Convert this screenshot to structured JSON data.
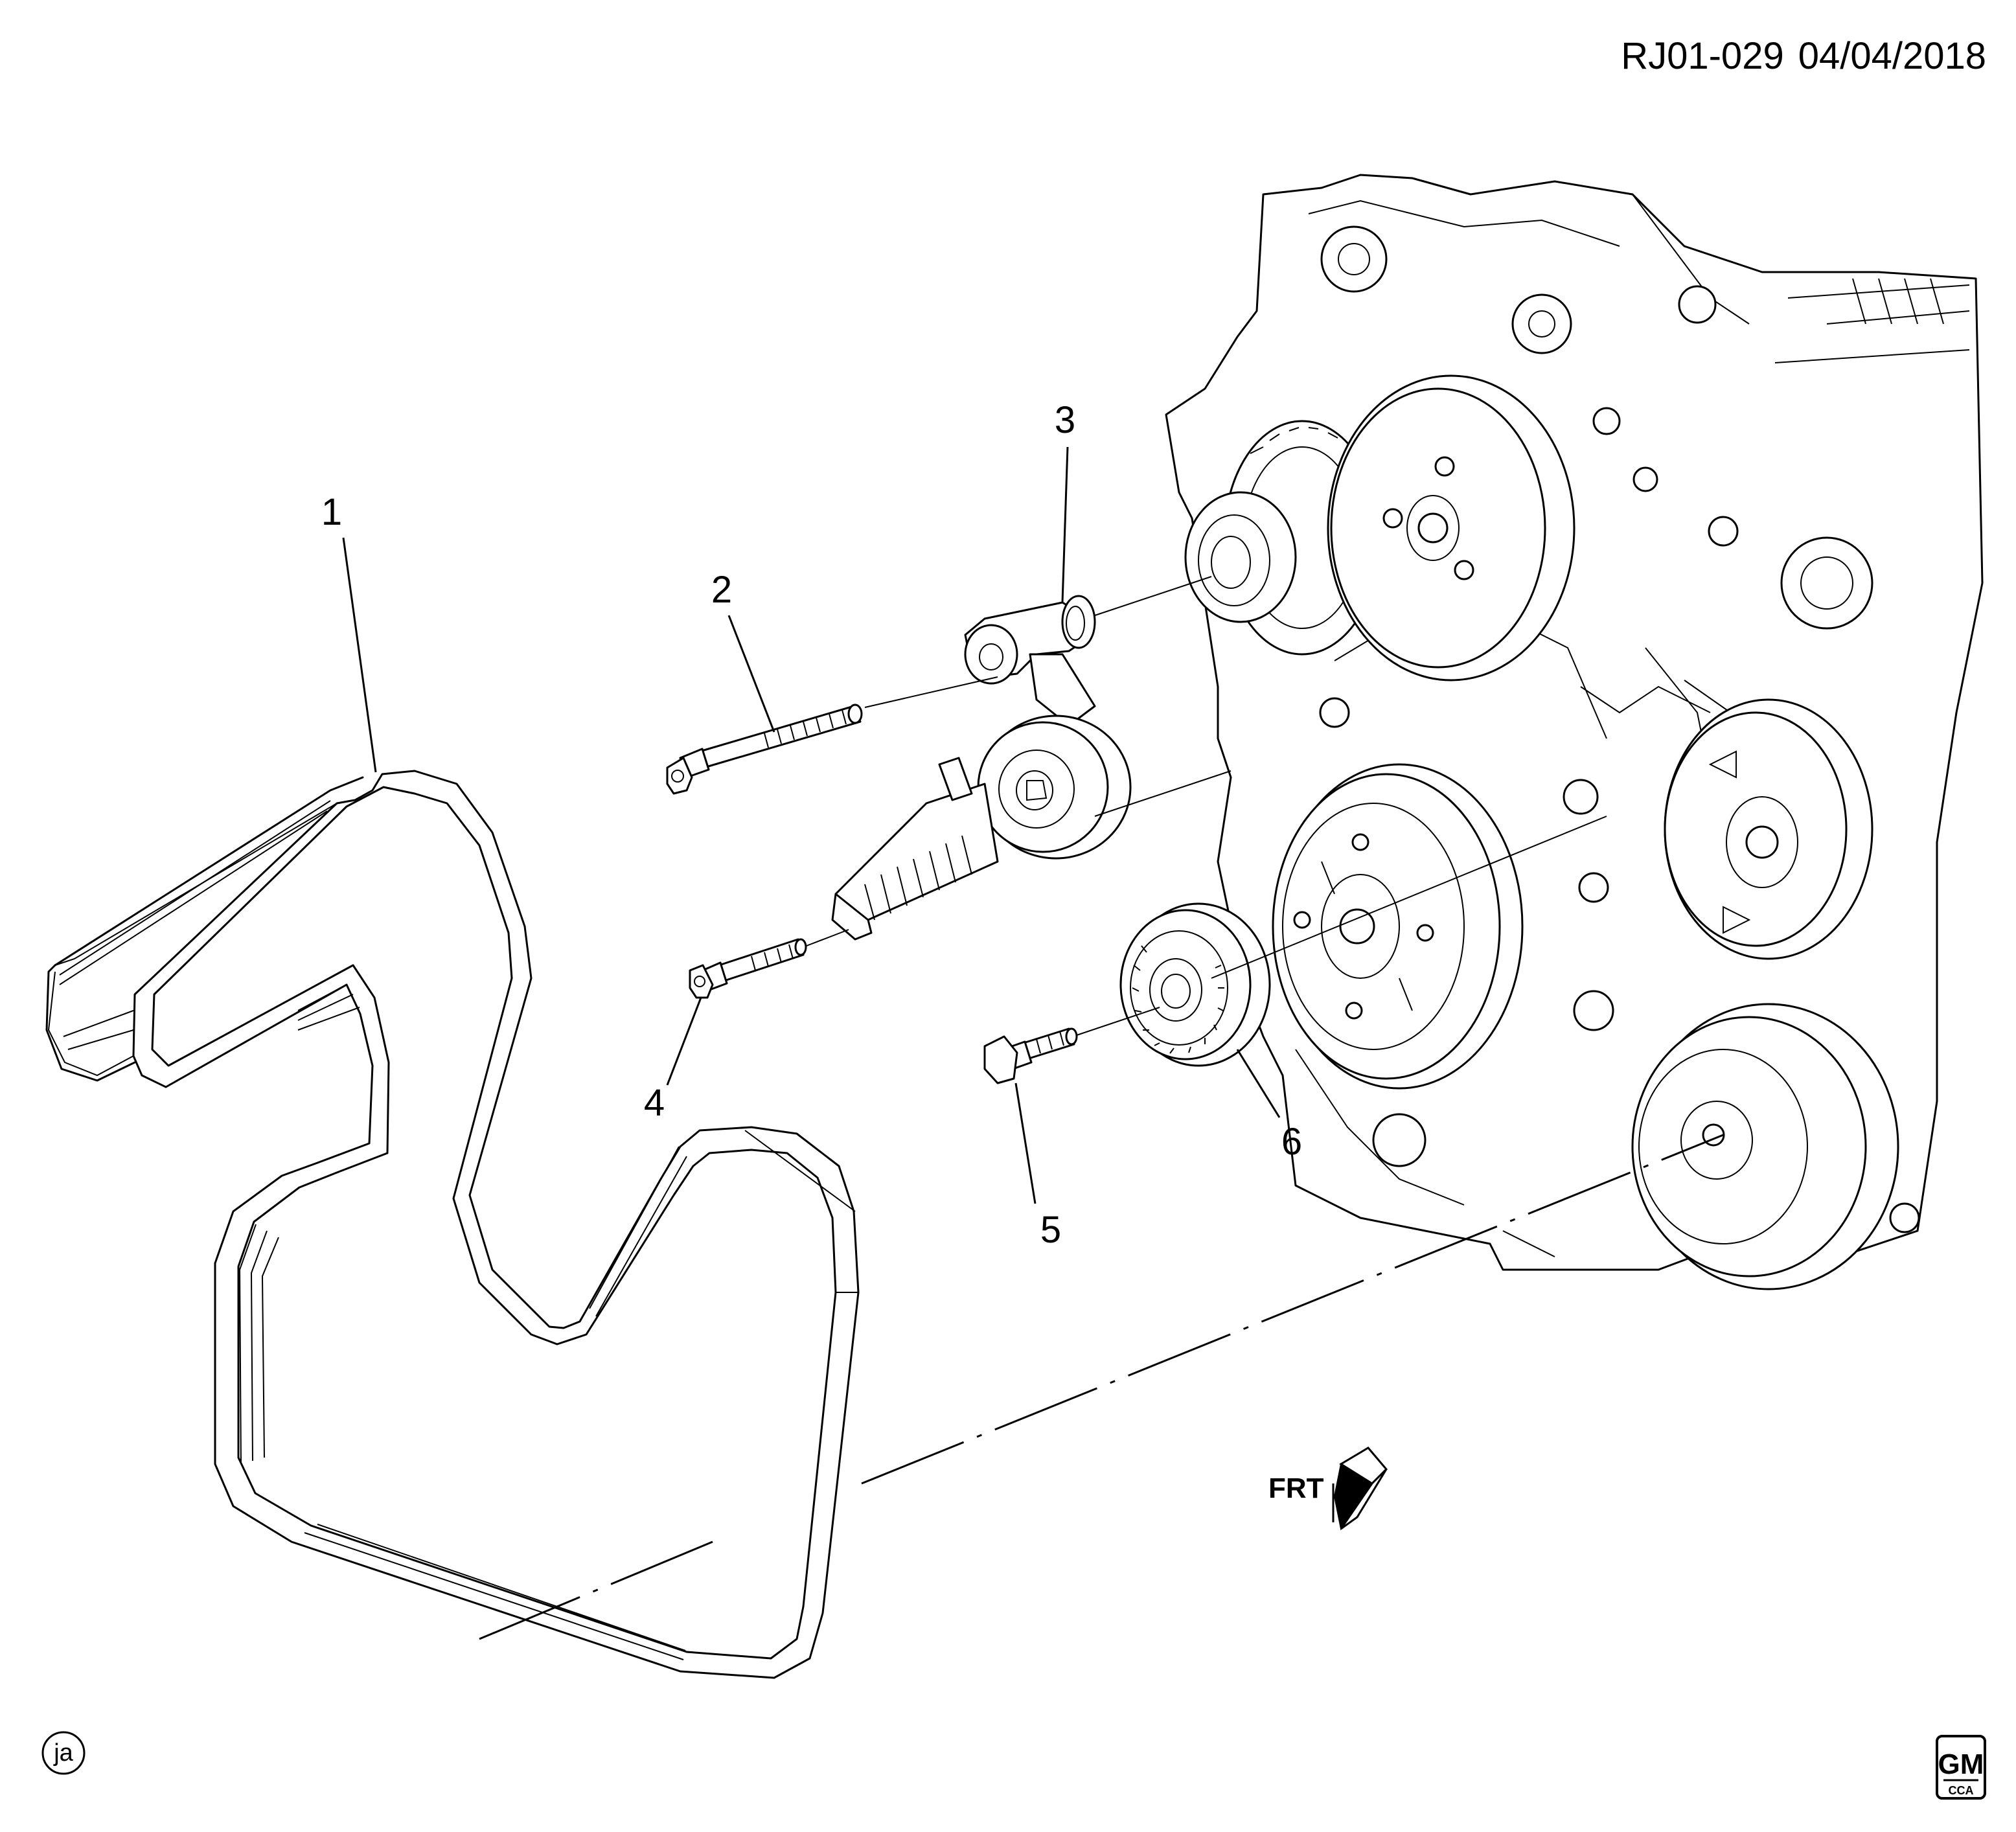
{
  "header": {
    "diagram_id": "RJ01-029",
    "date": "04/04/2018"
  },
  "callouts": [
    {
      "id": "1",
      "label": "1"
    },
    {
      "id": "2",
      "label": "2"
    },
    {
      "id": "3",
      "label": "3"
    },
    {
      "id": "4",
      "label": "4"
    },
    {
      "id": "5",
      "label": "5"
    },
    {
      "id": "6",
      "label": "6"
    }
  ],
  "front_indicator": {
    "label": "FRT",
    "icon": "front-arrow-icon"
  },
  "footer": {
    "illustrator_mark": "ja",
    "logo_text": "GM",
    "logo_subtext": "CCA"
  }
}
